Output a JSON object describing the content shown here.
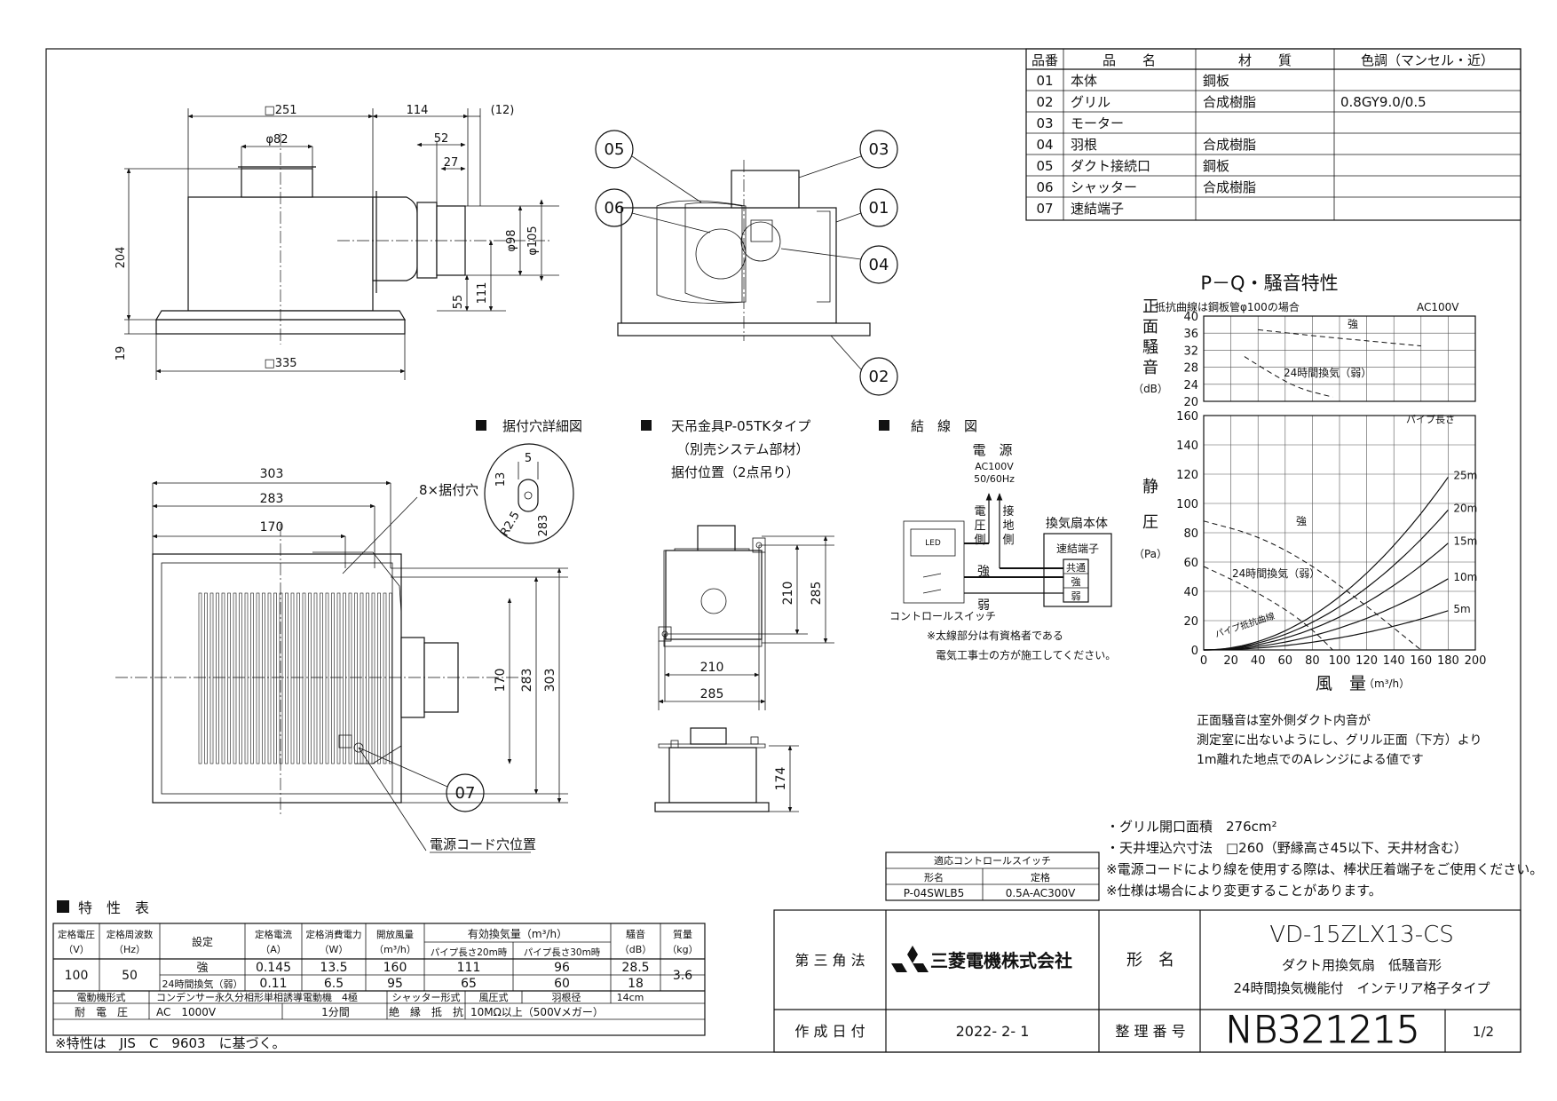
{
  "parts_table": {
    "headers": [
      "品番",
      "品　　名",
      "材　　質",
      "色調（マンセル・近）"
    ],
    "rows": [
      [
        "01",
        "本体",
        "鋼板",
        ""
      ],
      [
        "02",
        "グリル",
        "合成樹脂",
        "0.8GY9.0/0.5"
      ],
      [
        "03",
        "モーター",
        "",
        ""
      ],
      [
        "04",
        "羽根",
        "合成樹脂",
        ""
      ],
      [
        "05",
        "ダクト接続口",
        "鋼板",
        ""
      ],
      [
        "06",
        "シャッター",
        "合成樹脂",
        ""
      ],
      [
        "07",
        "速結端子",
        "",
        ""
      ]
    ]
  },
  "front_view": {
    "dims": {
      "d251": "□251",
      "d114": "114",
      "d12": "(12)",
      "d82": "φ82",
      "d52": "52",
      "d27": "27",
      "d204": "204",
      "d98": "φ98",
      "d105": "φ105",
      "d55": "55",
      "d111": "111",
      "d19": "19",
      "d335": "□335"
    }
  },
  "section_view": {
    "callouts": [
      "05",
      "06",
      "03",
      "01",
      "04",
      "02"
    ]
  },
  "bottom_view": {
    "dims": {
      "d303": "303",
      "d283": "283",
      "d170": "170",
      "v170": "170",
      "v283": "283",
      "v303": "303"
    },
    "holes_label": "8×据付穴",
    "callout": "07",
    "cord_label": "電源コード穴位置"
  },
  "hole_detail": {
    "title": "据付穴詳細図",
    "dims": {
      "d5": "5",
      "d13": "13",
      "r25": "R2.5",
      "d283": "283"
    }
  },
  "hanger": {
    "title": "天吊金具P-05TKタイプ",
    "sub1": "（別売システム部材）",
    "sub2": "据付位置（2点吊り）",
    "dims": {
      "v210": "210",
      "v285": "285",
      "h210": "210",
      "h285": "285",
      "v174": "174"
    }
  },
  "wiring": {
    "title": "結　線　図",
    "power": "電　源",
    "ac": "AC100V",
    "hz": "50/60Hz",
    "live_side": [
      "電",
      "圧",
      "側"
    ],
    "ground_side": [
      "接",
      "地",
      "側"
    ],
    "fan_body": "換気扇本体",
    "terminal": "速結端子",
    "common": "共通",
    "strong": "強",
    "weak": "弱",
    "strong2": "強",
    "weak2": "弱",
    "led": "LED",
    "switch_label": "コントロールスイッチ",
    "note1": "※太線部分は有資格者である",
    "note2": "電気工事士の方が施工してください。"
  },
  "pq_chart": {
    "title": "P－Q・騒音特性",
    "noise_axis": [
      "正",
      "面",
      "騒",
      "音"
    ],
    "noise_unit": "（dB）",
    "noise_note": "抵抗曲線は鋼板管φ100の場合",
    "ac": "AC100V",
    "noise_strong": "強",
    "noise_weak": "24時間換気（弱）",
    "pressure_axis": [
      "静",
      "圧"
    ],
    "pressure_unit": "（Pa）",
    "flow_axis": "風　量",
    "flow_unit": "（m³/h）",
    "pipe_length": "パイプ長さ",
    "pipe_curve_label": "パイプ抵抗曲線",
    "curve_strong": "強",
    "curve_weak": "24時間換気（弱）",
    "pipe_labels": [
      "25m",
      "20m",
      "15m",
      "10m",
      "5m"
    ],
    "noise_ticks": [
      "40",
      "36",
      "32",
      "28",
      "24",
      "20"
    ],
    "pressure_ticks": [
      "160",
      "140",
      "120",
      "100",
      "80",
      "60",
      "40",
      "20",
      "0"
    ],
    "flow_ticks": [
      "0",
      "20",
      "40",
      "60",
      "80",
      "100",
      "120",
      "140",
      "160",
      "180",
      "200"
    ]
  },
  "chart_data": {
    "type": "line",
    "title": "P－Q・騒音特性",
    "xlabel": "風　量（m³/h）",
    "ylabel": "静圧（Pa）",
    "xlim": [
      0,
      200
    ],
    "ylim": [
      0,
      160
    ],
    "noise_ylim": [
      20,
      40
    ],
    "grid": true,
    "series": [
      {
        "name": "強",
        "kind": "pq",
        "x": [
          0,
          40,
          80,
          120,
          160
        ],
        "y": [
          88,
          78,
          58,
          30,
          0
        ]
      },
      {
        "name": "24時間換気（弱）",
        "kind": "pq",
        "x": [
          0,
          30,
          60,
          80,
          95
        ],
        "y": [
          57,
          44,
          28,
          14,
          0
        ]
      },
      {
        "name": "強",
        "kind": "noise",
        "x": [
          40,
          80,
          120,
          160
        ],
        "y": [
          36.8,
          35.4,
          34.2,
          33.0
        ]
      },
      {
        "name": "24時間換気（弱）",
        "kind": "noise",
        "x": [
          30,
          50,
          70,
          95
        ],
        "y": [
          30.5,
          26.5,
          23.0,
          21.0
        ]
      },
      {
        "name": "25m",
        "kind": "pipe",
        "x": [
          0,
          40,
          80,
          120,
          160,
          180
        ],
        "y": [
          0,
          5.9,
          23.4,
          52.6,
          93.5,
          118
        ]
      },
      {
        "name": "20m",
        "kind": "pipe",
        "x": [
          0,
          40,
          80,
          120,
          160,
          180
        ],
        "y": [
          0,
          4.7,
          18.9,
          42.5,
          75.6,
          95.6
        ]
      },
      {
        "name": "15m",
        "kind": "pipe",
        "x": [
          0,
          40,
          80,
          120,
          160,
          180
        ],
        "y": [
          0,
          3.6,
          14.4,
          32.4,
          57.6,
          72.9
        ]
      },
      {
        "name": "10m",
        "kind": "pipe",
        "x": [
          0,
          40,
          80,
          120,
          160,
          180
        ],
        "y": [
          0,
          2.4,
          9.6,
          21.6,
          38.4,
          48.6
        ]
      },
      {
        "name": "5m",
        "kind": "pipe",
        "x": [
          0,
          40,
          80,
          120,
          160,
          180
        ],
        "y": [
          0,
          1.3,
          5.3,
          11.9,
          21.2,
          26.8
        ]
      }
    ]
  },
  "noise_note": [
    "正面騒音は室外側ダクト内音が",
    "測定室に出ないようにし、グリル正面（下方）より",
    "1m離れた地点でのAレンジによる値です"
  ],
  "spec_notes": [
    "・グリル開口面積　276cm²",
    "・天井埋込穴寸法　□260（野縁高さ45以下、天井材含む）",
    "※電源コードにより線を使用する際は、棒状圧着端子をご使用ください。",
    "※仕様は場合により変更することがあります。"
  ],
  "switch_table": {
    "title": "適応コントロールスイッチ",
    "col1": "形名",
    "col2": "定格",
    "model": "P-04SWLB5",
    "rating": "0.5A-AC300V"
  },
  "characteristics": {
    "title": "特　性　表",
    "headers": {
      "voltage": "定格電圧",
      "voltage_unit": "（V）",
      "freq": "定格周波数",
      "freq_unit": "（Hz）",
      "setting": "設定",
      "current": "定格電流",
      "current_unit": "（A）",
      "power": "定格消費電力",
      "power_unit": "（W）",
      "open_flow": "開放風量",
      "open_flow_unit": "（m³/h）",
      "effective": "有効換気量（m³/h）",
      "pipe20": "パイプ長さ20m時",
      "pipe30": "パイプ長さ30m時",
      "noise": "騒音",
      "noise_unit": "（dB）",
      "mass": "質量",
      "mass_unit": "（kg）"
    },
    "voltage": "100",
    "freq": "50",
    "mass": "3.6",
    "rows": [
      {
        "setting": "強",
        "current": "0.145",
        "power": "13.5",
        "open": "160",
        "p20": "111",
        "p30": "96",
        "noise": "28.5"
      },
      {
        "setting": "24時間換気（弱）",
        "current": "0.11",
        "power": "6.5",
        "open": "95",
        "p20": "65",
        "p30": "60",
        "noise": "18"
      }
    ],
    "motor_label": "電動機形式",
    "motor_value": "コンデンサー永久分相形単相誘導電動機　4極",
    "shutter_label": "シャッター形式",
    "shutter_value": "風圧式",
    "blade_label": "羽根径",
    "blade_value": "14cm",
    "withstand_label": "耐　電　圧",
    "withstand_value": "AC　1000V",
    "withstand_time": "1分間",
    "insulation_label": "絶　縁　抵　抗",
    "insulation_value": "10MΩ以上（500Vメガー）",
    "footnote": "※特性は　JIS　C　9603　に基づく。"
  },
  "title_block": {
    "projection": "第 三 角 法",
    "company": "三菱電機株式会社",
    "model_label": "形　名",
    "model": "VD-15ZLX13-CS",
    "desc1": "ダクト用換気扇　低騒音形",
    "desc2": "24時間換気機能付　インテリア格子タイプ",
    "date_label": "作 成 日 付",
    "date": "2022- 2- 1",
    "number_label": "整 理 番 号",
    "number": "NB321215",
    "page": "1/2"
  }
}
